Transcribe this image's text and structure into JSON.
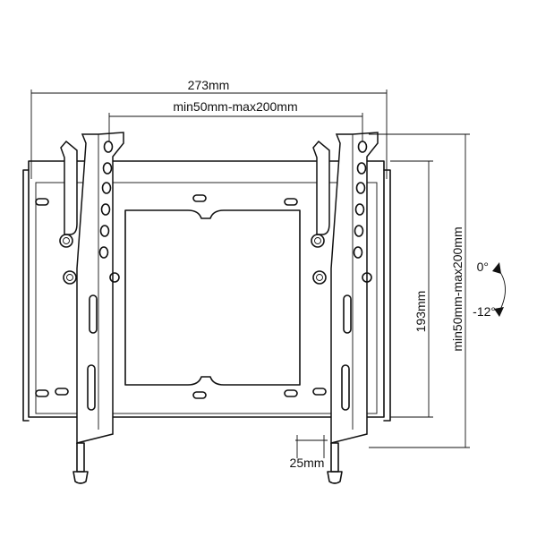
{
  "dimensions": {
    "overall_width": "273mm",
    "vesa_horizontal": "min50mm-max200mm",
    "plate_height": "193mm",
    "vesa_vertical": "min50mm-max200mm",
    "depth": "25mm"
  },
  "tilt": {
    "upper": "0°",
    "lower": "-12°"
  }
}
